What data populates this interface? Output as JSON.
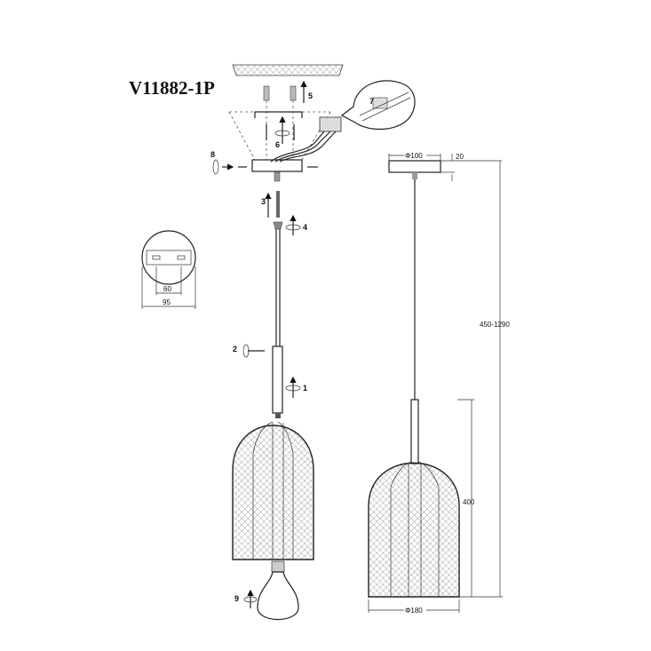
{
  "title": "V11882-1P",
  "steps": [
    "1",
    "2",
    "3",
    "4",
    "5",
    "6",
    "7",
    "8",
    "9"
  ],
  "dimensions": {
    "canopy_diameter": "Φ100",
    "canopy_height": "20",
    "total_height": "450-1290",
    "shade_height": "400",
    "shade_diameter": "Φ180",
    "bracket_hole_spacing": "60",
    "bracket_width": "95"
  }
}
